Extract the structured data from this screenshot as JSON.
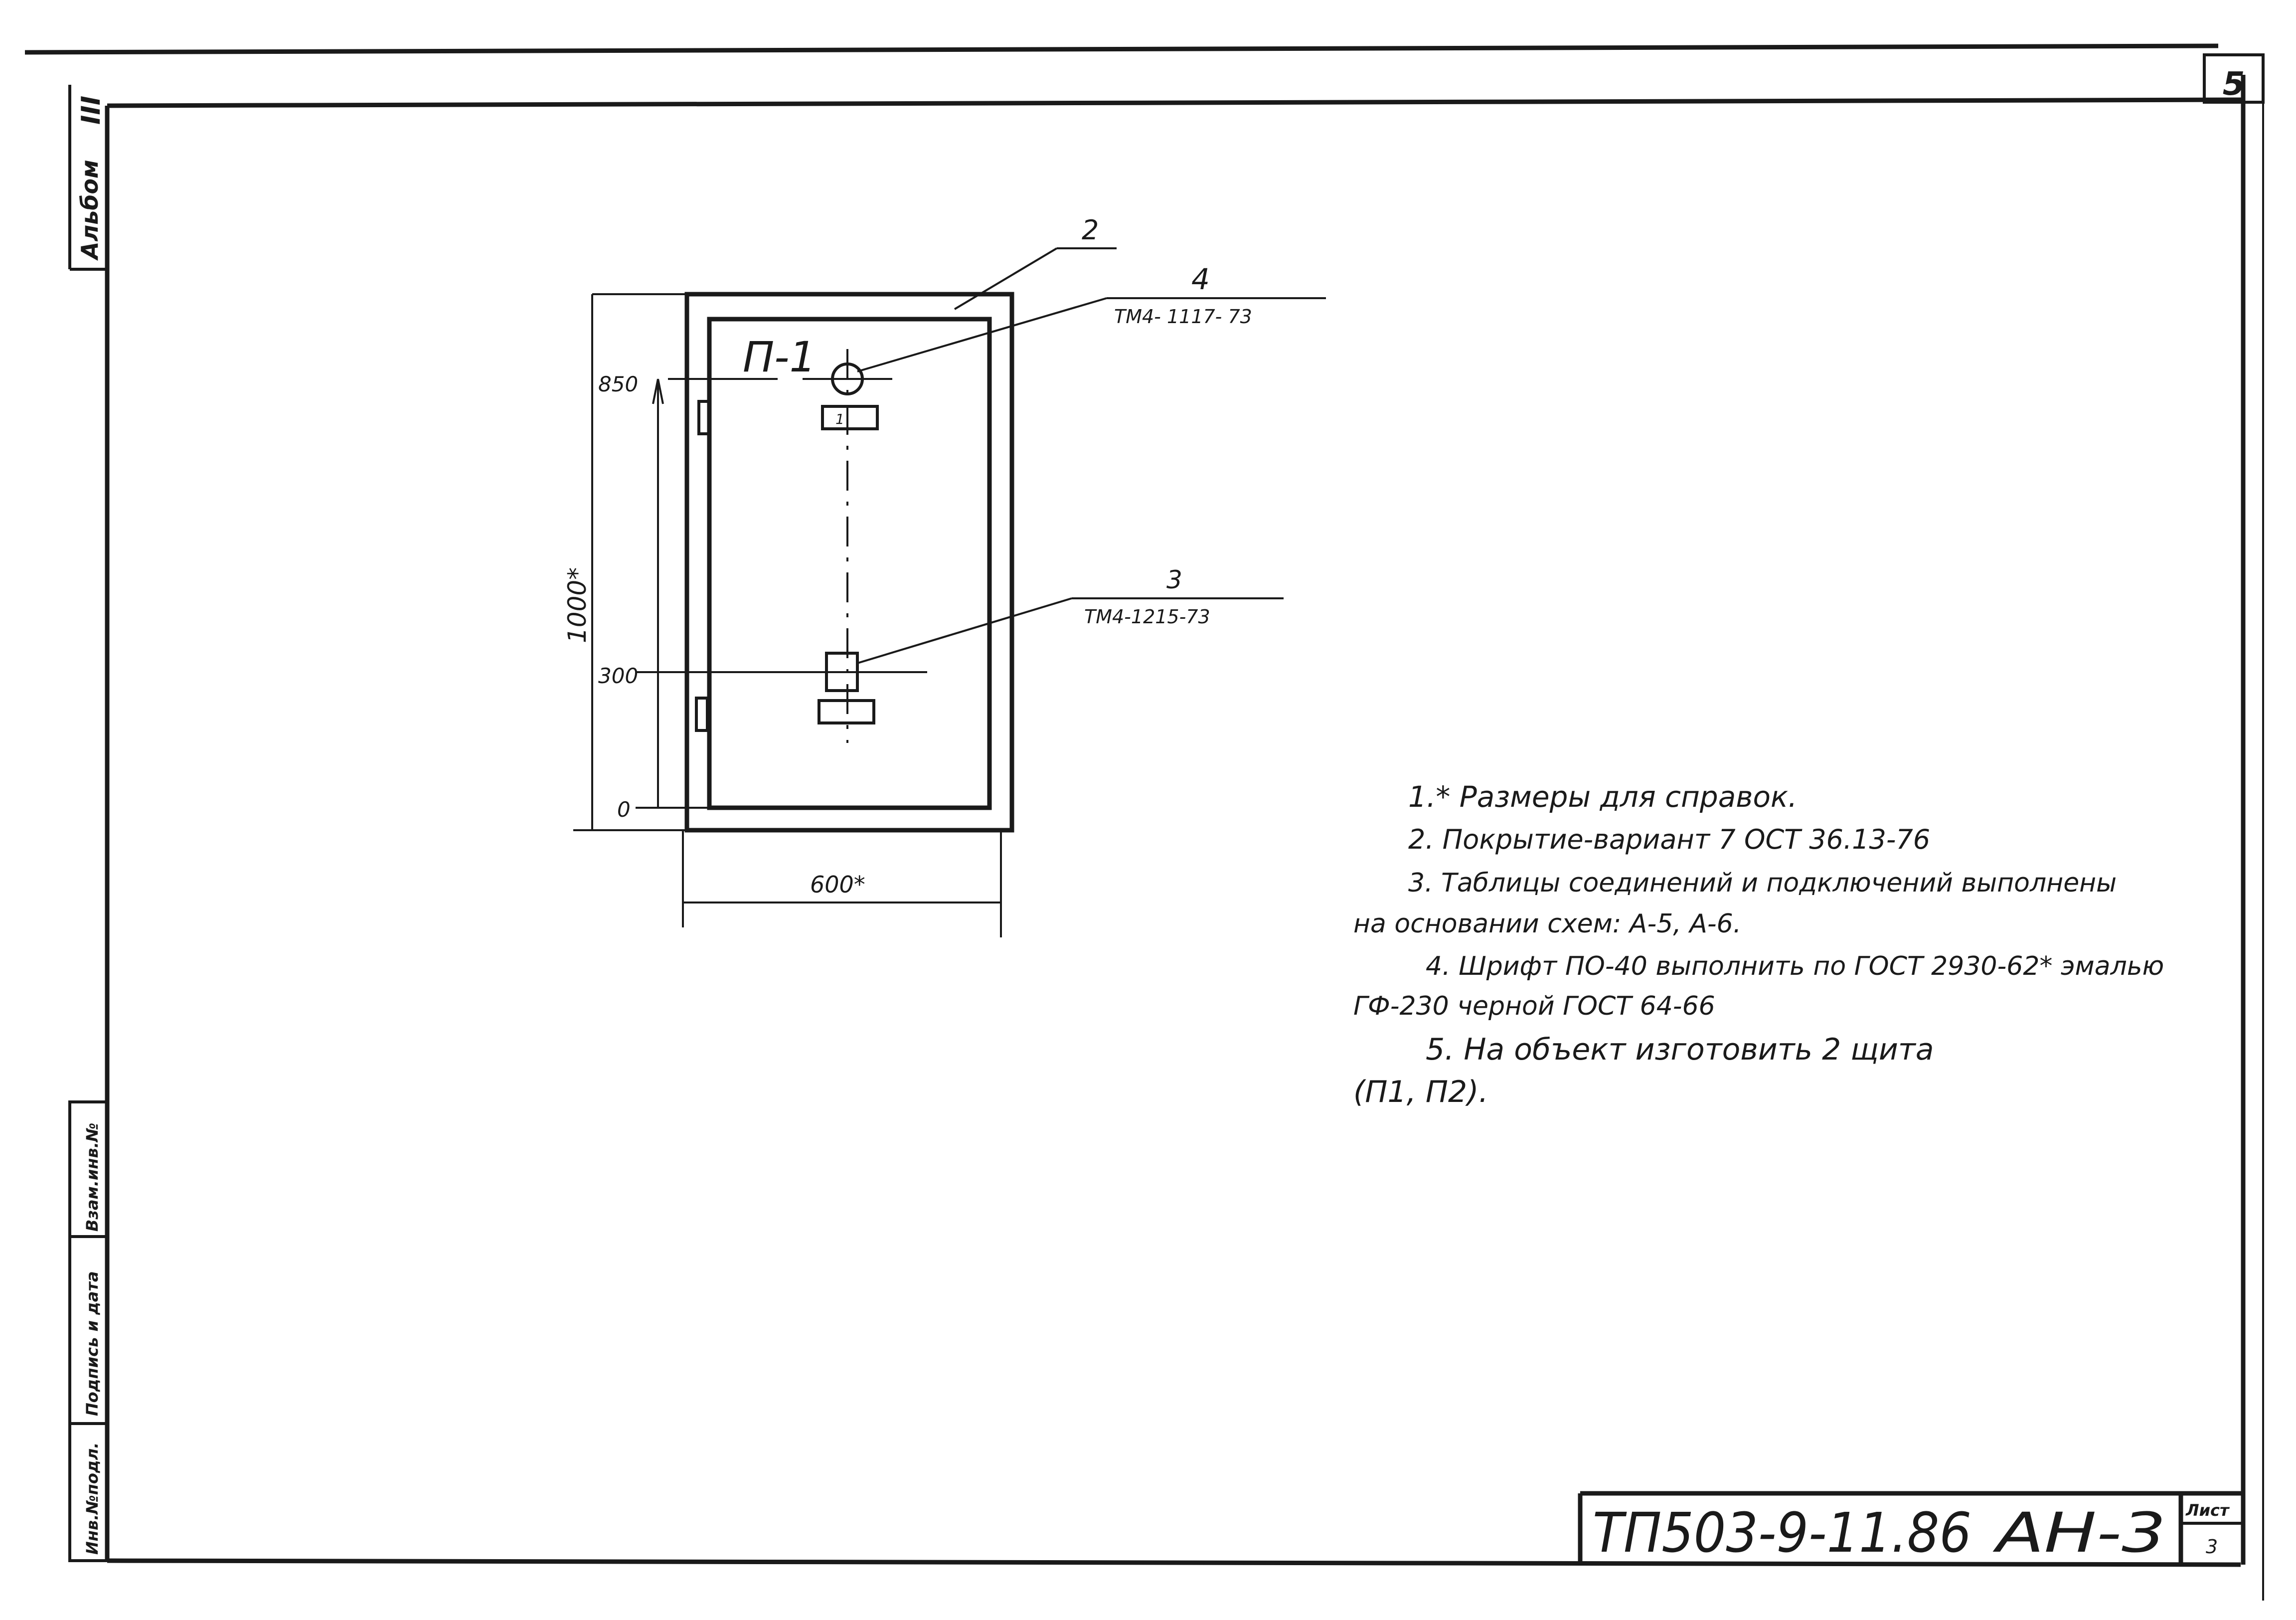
{
  "sheet_number": "5",
  "album_label": "Альбом",
  "album_number": "III",
  "side_stamp": {
    "cells": [
      "Взам.инв.№",
      "Подпись и дата",
      "Инв.№подл."
    ]
  },
  "drawing": {
    "panel_label": "П-1",
    "callouts": [
      {
        "number": "2",
        "code": ""
      },
      {
        "number": "4",
        "code": "ТМ4- 1117- 73"
      },
      {
        "number": "3",
        "code": "ТМ4-1215-73"
      }
    ],
    "levels": [
      "850",
      "300",
      "0"
    ],
    "height_dim": "1000*",
    "width_dim": "600*",
    "device_mark": "1"
  },
  "notes": [
    "1.* Размеры для справок.",
    "2. Покрытие-вариант 7 ОСТ 36.13-76",
    "3. Таблицы соединений и подключений выполнены",
    "на основании схем: А-5, А-6.",
    "4. Шрифт ПО-40 выполнить по ГОСТ 2930-62* эмалью",
    "ГФ-230 черной ГОСТ 64-66",
    "5. На объект изготовить 2 щита",
    "(П1, П2)."
  ],
  "title_block": {
    "code": "ТП503-9-11.86",
    "sheet_code": "АН-3",
    "sheet_label": "Лист",
    "sheet_value": "3"
  }
}
